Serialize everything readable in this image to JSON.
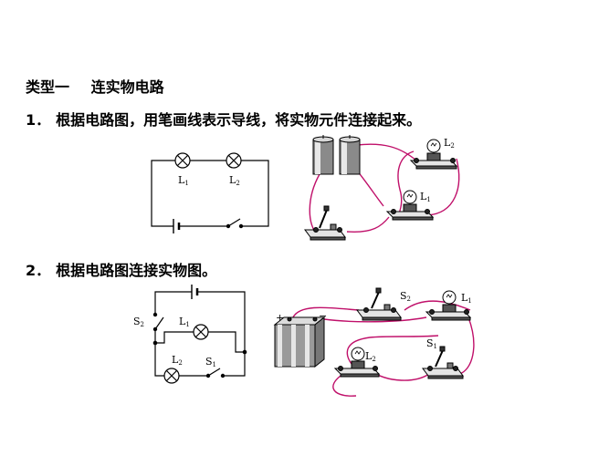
{
  "section": {
    "title": "类型一",
    "subtitle": "连实物电路"
  },
  "questions": [
    {
      "number": "1．",
      "text": "根据电路图，用笔画线表示导线，将实物元件连接起来。"
    },
    {
      "number": "2．",
      "text": "根据电路图连接实物图。"
    }
  ],
  "labels": {
    "L": "L",
    "S": "S",
    "sub1": "1",
    "sub2": "2",
    "plus": "+",
    "minus": "−"
  },
  "colors": {
    "wire": "#c0106a",
    "ink": "#000000"
  }
}
